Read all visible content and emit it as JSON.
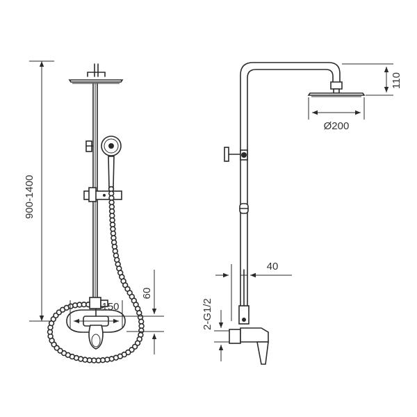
{
  "front_view": {
    "height_range_label": "900-1400",
    "spacing_label": "150",
    "offset_label": "60"
  },
  "side_view": {
    "arm_drop_label": "110",
    "head_diameter_label": "Ø200",
    "wall_offset_label": "40",
    "inlet_label": "2-G1/2"
  }
}
